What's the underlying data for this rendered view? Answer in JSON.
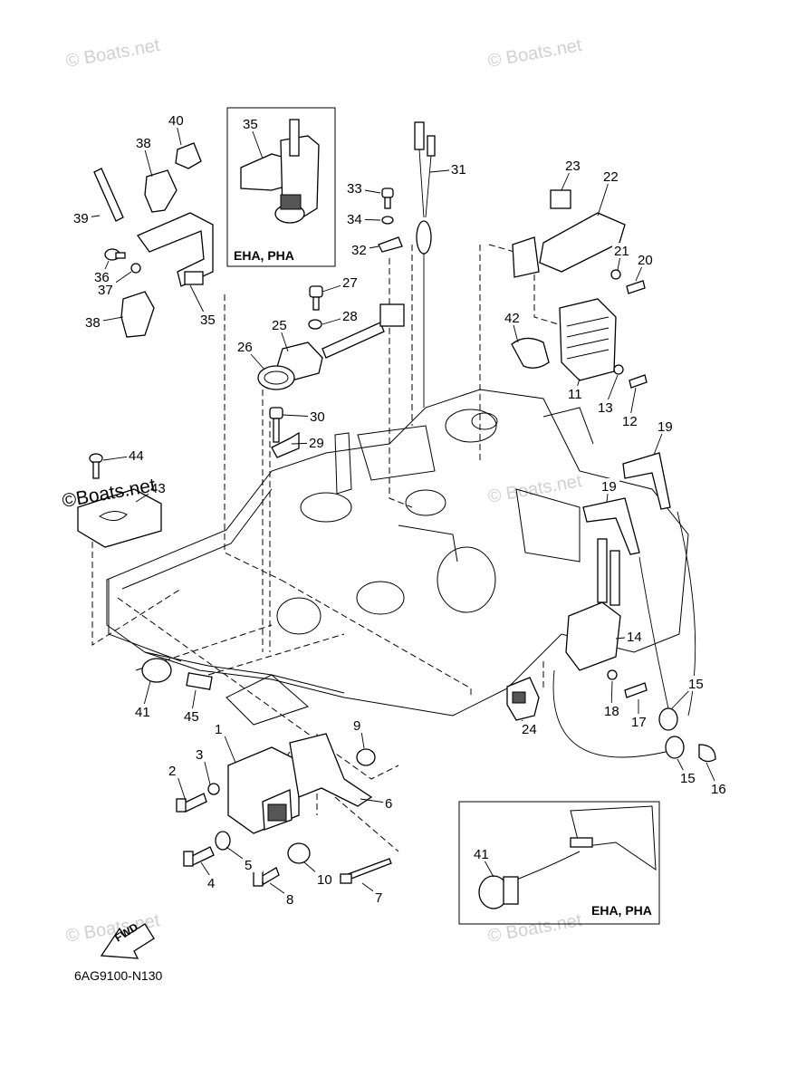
{
  "watermarks": {
    "top_left": "© Boats.net",
    "top_right": "© Boats.net",
    "middle_left": "©Boats.net",
    "middle_right": "© Boats.net",
    "bottom_left": "© Boats.net",
    "bottom_right": "© Boats.net"
  },
  "inset_boxes": {
    "top": {
      "label": "EHA, PHA"
    },
    "bottom": {
      "label": "EHA, PHA"
    }
  },
  "fwd_arrow": {
    "label": "FWD"
  },
  "diagram_code": "6AG9100-N130",
  "callouts": [
    "1",
    "2",
    "3",
    "4",
    "5",
    "6",
    "7",
    "8",
    "9",
    "10",
    "11",
    "12",
    "13",
    "14",
    "15",
    "15",
    "16",
    "17",
    "18",
    "19",
    "19",
    "20",
    "21",
    "22",
    "23",
    "24",
    "25",
    "26",
    "27",
    "28",
    "29",
    "30",
    "31",
    "32",
    "33",
    "34",
    "35",
    "35",
    "36",
    "37",
    "38",
    "38",
    "39",
    "40",
    "41",
    "41",
    "42",
    "43",
    "44",
    "45"
  ]
}
